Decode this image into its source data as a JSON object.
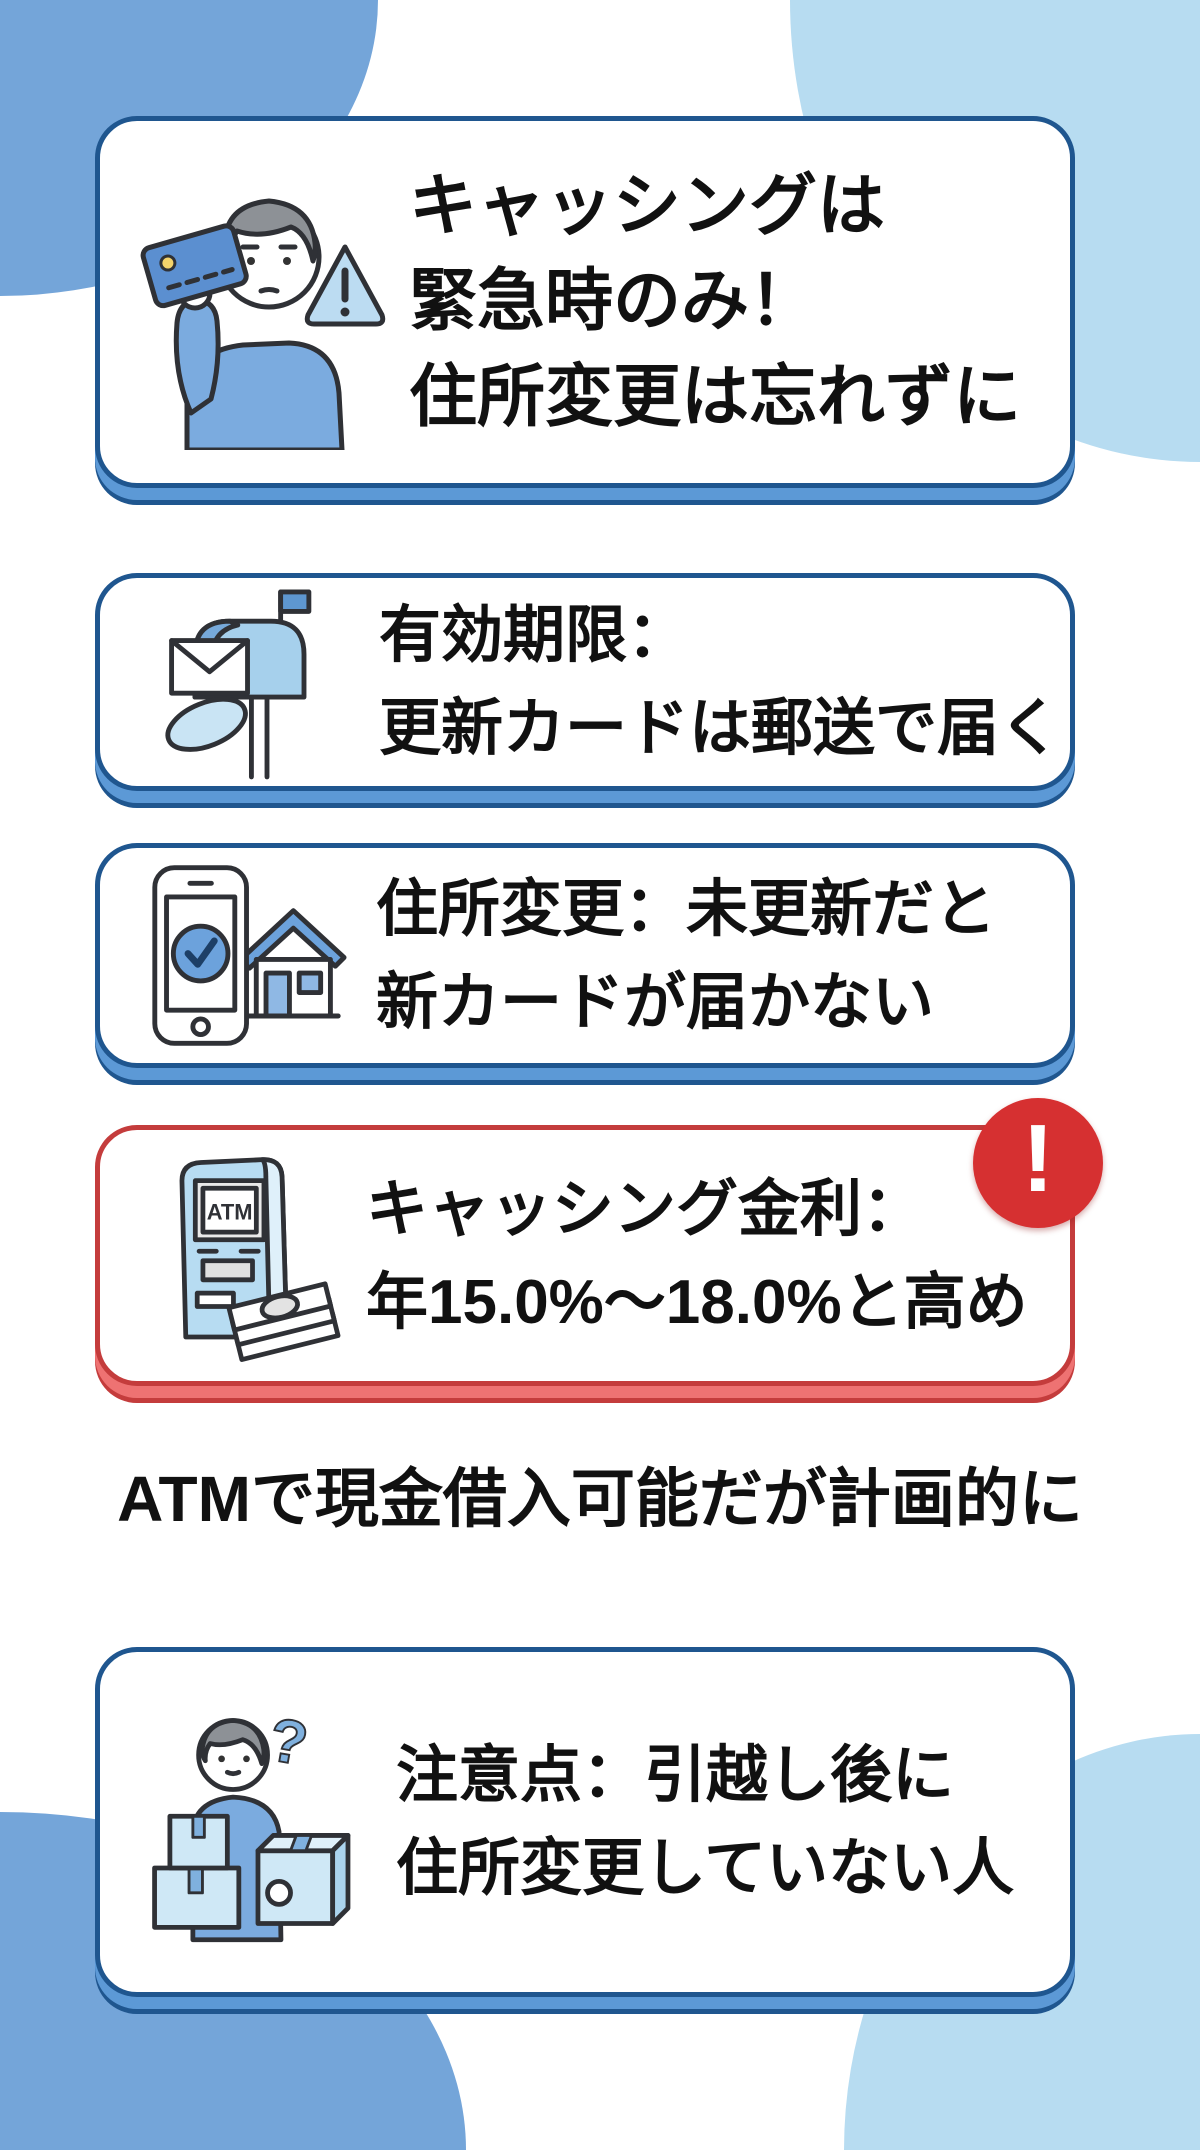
{
  "colors": {
    "background": "#ffffff",
    "blob_medium": "#74a5d9",
    "blob_light": "#b7dcf1",
    "card_border_blue": "#1f568f",
    "card_shadow_blue": "#5c99d6",
    "card_border_red": "#c43c3c",
    "card_shadow_red": "#ee7272",
    "badge_red": "#d63031",
    "text": "#111111",
    "illustration_blue": "#7babdf",
    "illustration_light_blue": "#b7dcf2",
    "outline": "#2f3136"
  },
  "cards": [
    {
      "id": "cashing-emergency",
      "variant": "blue",
      "icon": "person-credit-card-warning-illustration",
      "lines": [
        "キャッシングは",
        "緊急時のみ！",
        "住所変更は忘れずに"
      ]
    },
    {
      "id": "expiry",
      "variant": "blue",
      "icon": "mailbox-illustration",
      "lines": [
        "有効期限：",
        "更新カードは郵送で届く"
      ]
    },
    {
      "id": "address-change",
      "variant": "blue",
      "icon": "phone-check-house-illustration",
      "lines": [
        "住所変更：未更新だと",
        "新カードが届かない"
      ]
    },
    {
      "id": "cashing-rate",
      "variant": "red",
      "icon": "atm-cash-illustration",
      "lines": [
        "キャッシング金利：",
        "年15.0%〜18.0%と高め"
      ]
    },
    {
      "id": "caution-moving",
      "variant": "blue",
      "icon": "person-question-boxes-illustration",
      "lines": [
        "注意点：引越し後に",
        "住所変更していない人"
      ]
    }
  ],
  "badge": {
    "symbol": "!"
  },
  "note": {
    "text": "ATMで現金借入可能だが計画的に"
  },
  "icons": {
    "atm_screen_label": "ATM",
    "question_mark": "?"
  }
}
